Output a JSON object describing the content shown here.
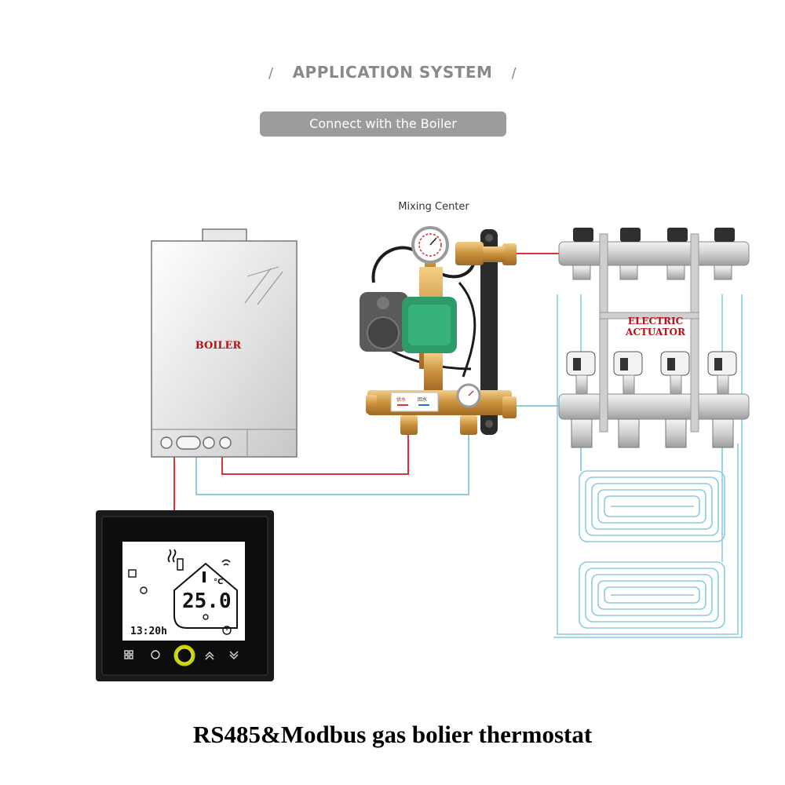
{
  "header": {
    "title": "APPLICATION SYSTEM",
    "subtitle": "Connect with the Boiler"
  },
  "labels": {
    "mixing_center": "Mixing Center",
    "boiler": "BOILER",
    "electric_actuator_line1": "ELECTRIC",
    "electric_actuator_line2": "ACTUATOR"
  },
  "thermostat": {
    "temperature": "25.0",
    "temperature_unit": "°C",
    "time": "13:20h"
  },
  "footer": {
    "title": "RS485&Modbus gas bolier thermostat"
  },
  "colors": {
    "hot_pipe": "#d9323a",
    "cold_pipe": "#8ccbe0",
    "label_red": "#b3121b"
  }
}
